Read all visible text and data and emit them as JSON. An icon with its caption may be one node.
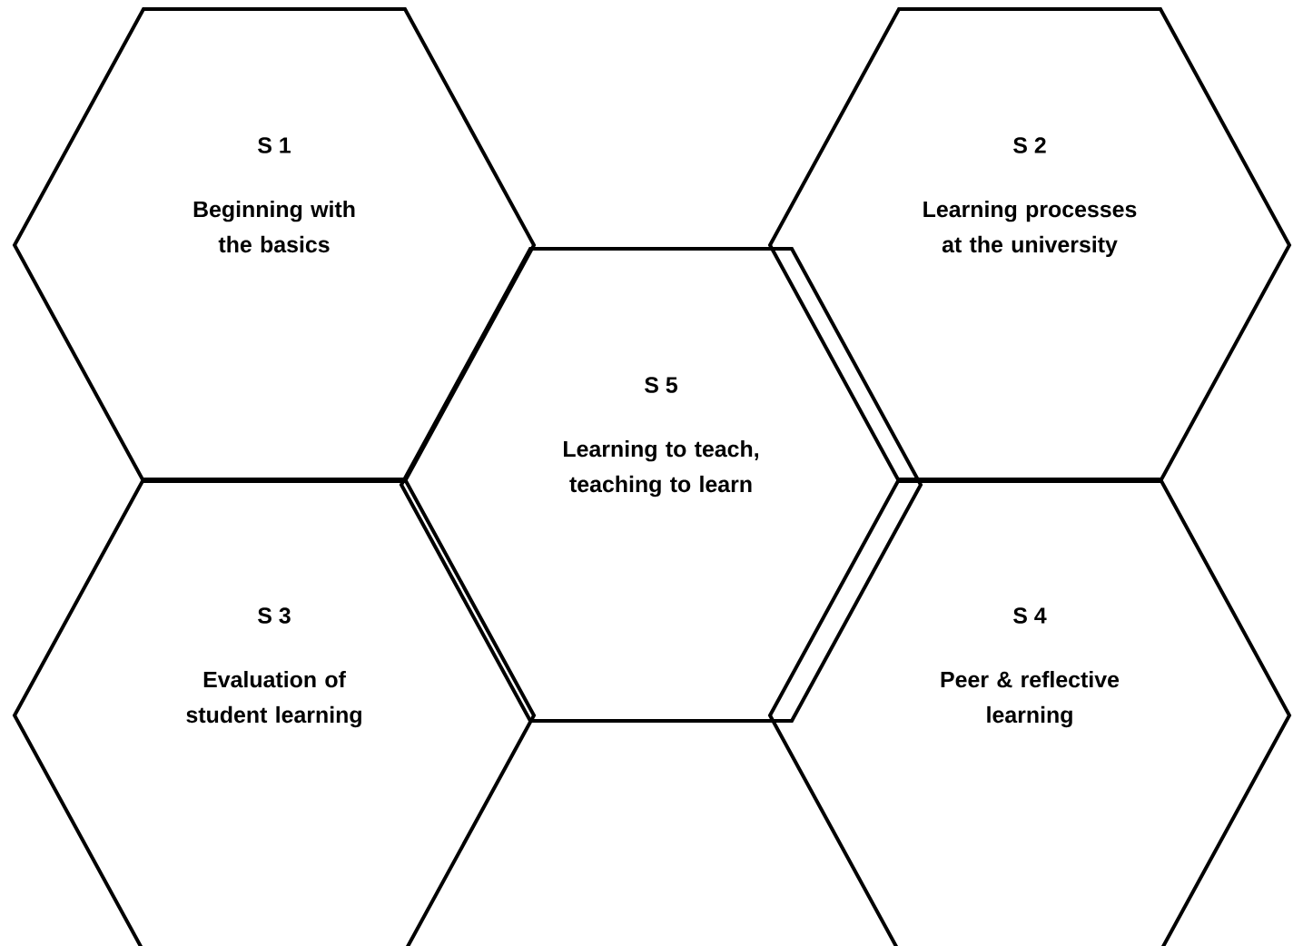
{
  "diagram": {
    "nodes": [
      {
        "text": [
          "S 1",
          "Beginning with the basics"
        ]
      },
      {
        "text": [
          "S 2",
          "Learning processes at the university"
        ]
      },
      {
        "text": [
          "S 5",
          "Learning to teach, teaching to learn"
        ]
      },
      {
        "text": [
          "S 3",
          "Evaluation of student learning"
        ]
      },
      {
        "text": [
          "S 4",
          "Peer & reflective learning"
        ]
      }
    ]
  }
}
